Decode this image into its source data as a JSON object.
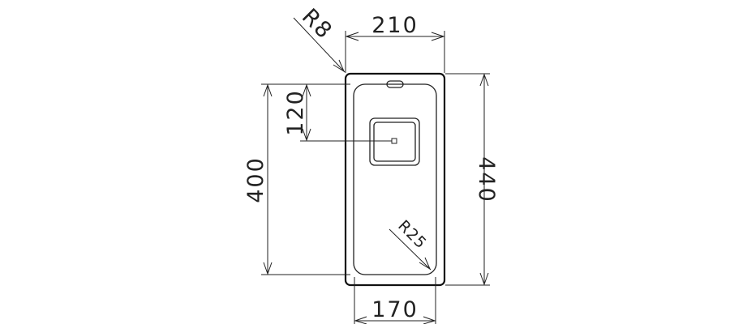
{
  "dimensions": {
    "top_width": "210",
    "bottom_width": "170",
    "left_height": "400",
    "right_height": "440",
    "drain_offset": "120",
    "corner_radius_outer": "R8",
    "corner_radius_inner": "R25"
  },
  "colors": {
    "line": "#222222",
    "background": "#ffffff"
  }
}
